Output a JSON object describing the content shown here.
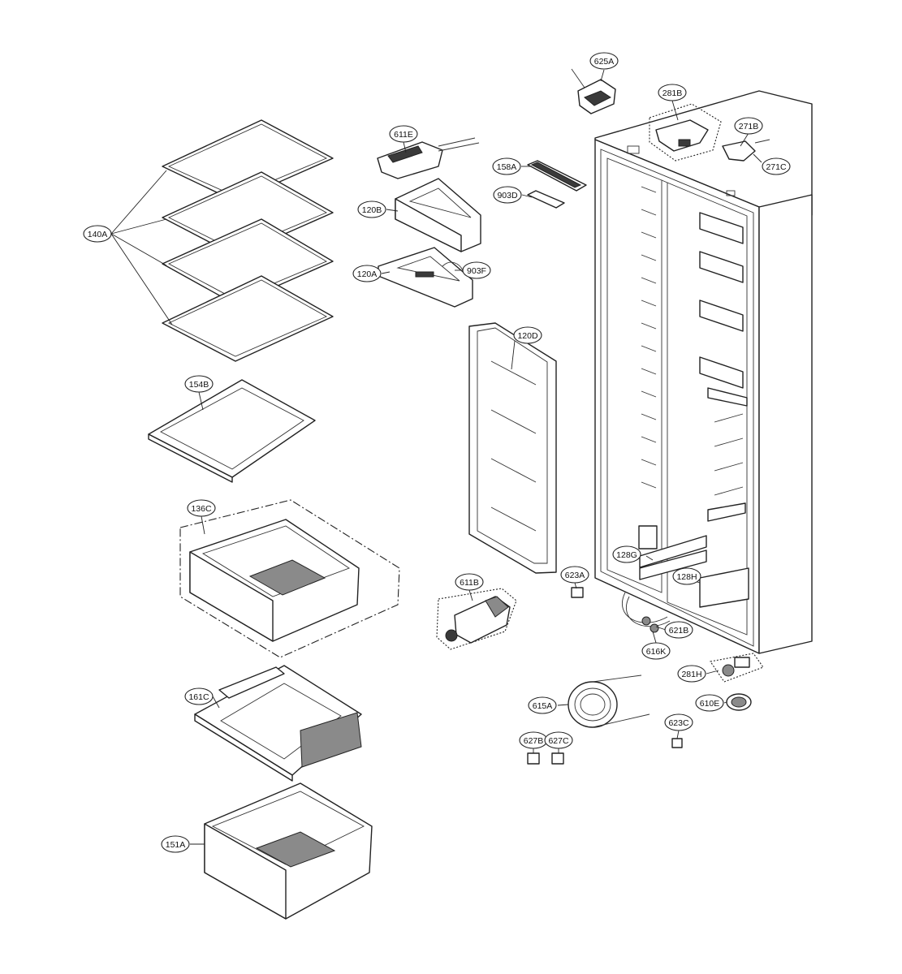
{
  "callouts": [
    {
      "id": "625A",
      "label": "625A"
    },
    {
      "id": "281B",
      "label": "281B"
    },
    {
      "id": "271B",
      "label": "271B"
    },
    {
      "id": "271C",
      "label": "271C"
    },
    {
      "id": "611E",
      "label": "611E"
    },
    {
      "id": "158A",
      "label": "158A"
    },
    {
      "id": "903D",
      "label": "903D"
    },
    {
      "id": "120B",
      "label": "120B"
    },
    {
      "id": "140A",
      "label": "140A"
    },
    {
      "id": "120A",
      "label": "120A"
    },
    {
      "id": "903F",
      "label": "903F"
    },
    {
      "id": "120D",
      "label": "120D"
    },
    {
      "id": "154B",
      "label": "154B"
    },
    {
      "id": "136C",
      "label": "136C"
    },
    {
      "id": "128G",
      "label": "128G"
    },
    {
      "id": "623A",
      "label": "623A"
    },
    {
      "id": "128H",
      "label": "128H"
    },
    {
      "id": "611B",
      "label": "611B"
    },
    {
      "id": "621B",
      "label": "621B"
    },
    {
      "id": "616K",
      "label": "616K"
    },
    {
      "id": "281H",
      "label": "281H"
    },
    {
      "id": "161C",
      "label": "161C"
    },
    {
      "id": "615A",
      "label": "615A"
    },
    {
      "id": "610E",
      "label": "610E"
    },
    {
      "id": "623C",
      "label": "623C"
    },
    {
      "id": "627B",
      "label": "627B"
    },
    {
      "id": "627C",
      "label": "627C"
    },
    {
      "id": "151A",
      "label": "151A"
    }
  ]
}
